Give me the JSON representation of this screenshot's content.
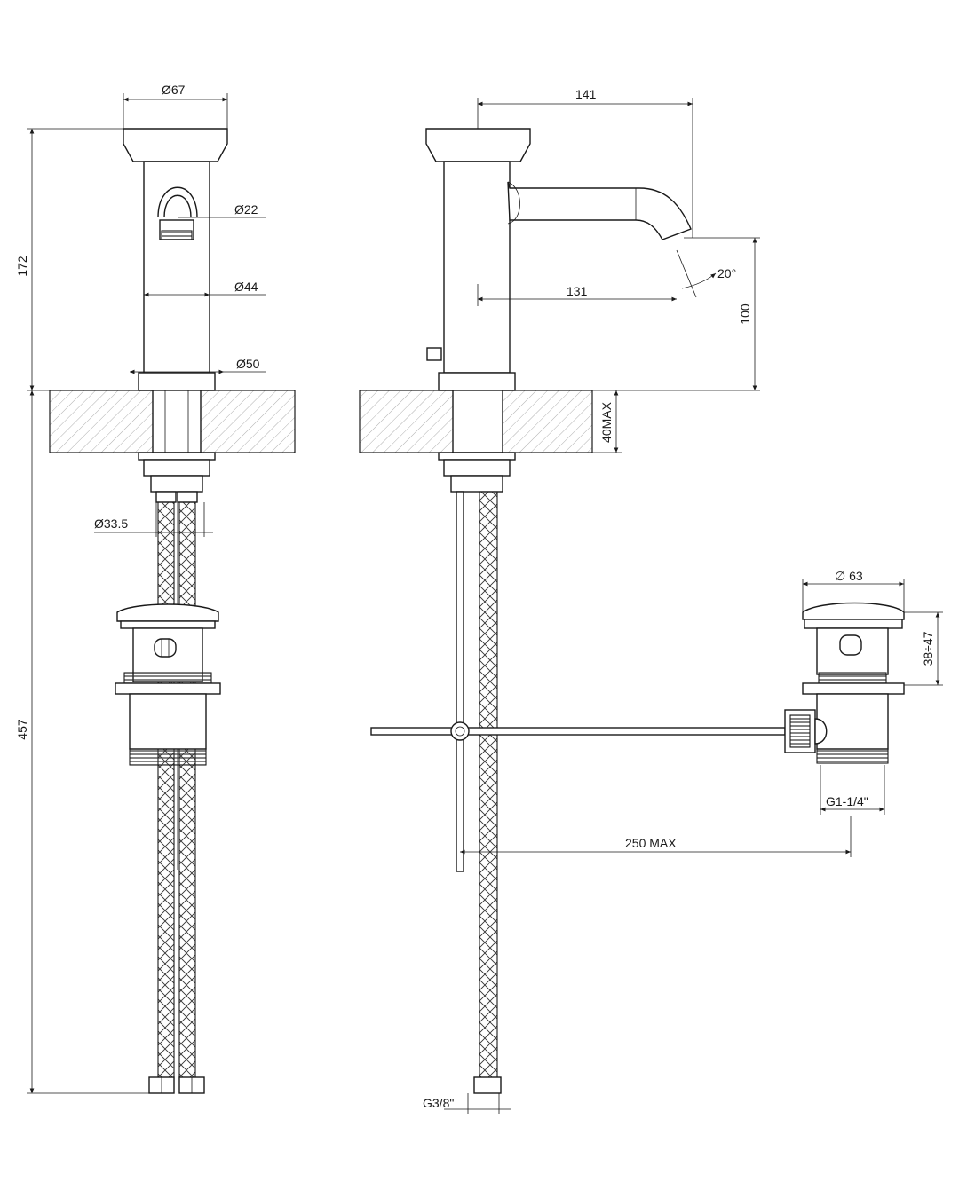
{
  "dimensions": {
    "front": {
      "d67": "Ø67",
      "d22": "Ø22",
      "d44": "Ø44",
      "d50": "Ø50",
      "h172": "172",
      "d33_5": "Ø33.5",
      "h457": "457"
    },
    "side": {
      "w141": "141",
      "w131": "131",
      "angle": "20°",
      "h100": "100",
      "deck": "40MAX",
      "g38": "G3/8\"",
      "rod": "250 MAX"
    },
    "waste": {
      "d63": "∅ 63",
      "h38_47": "38÷47",
      "g114": "G1-1/4\""
    }
  }
}
